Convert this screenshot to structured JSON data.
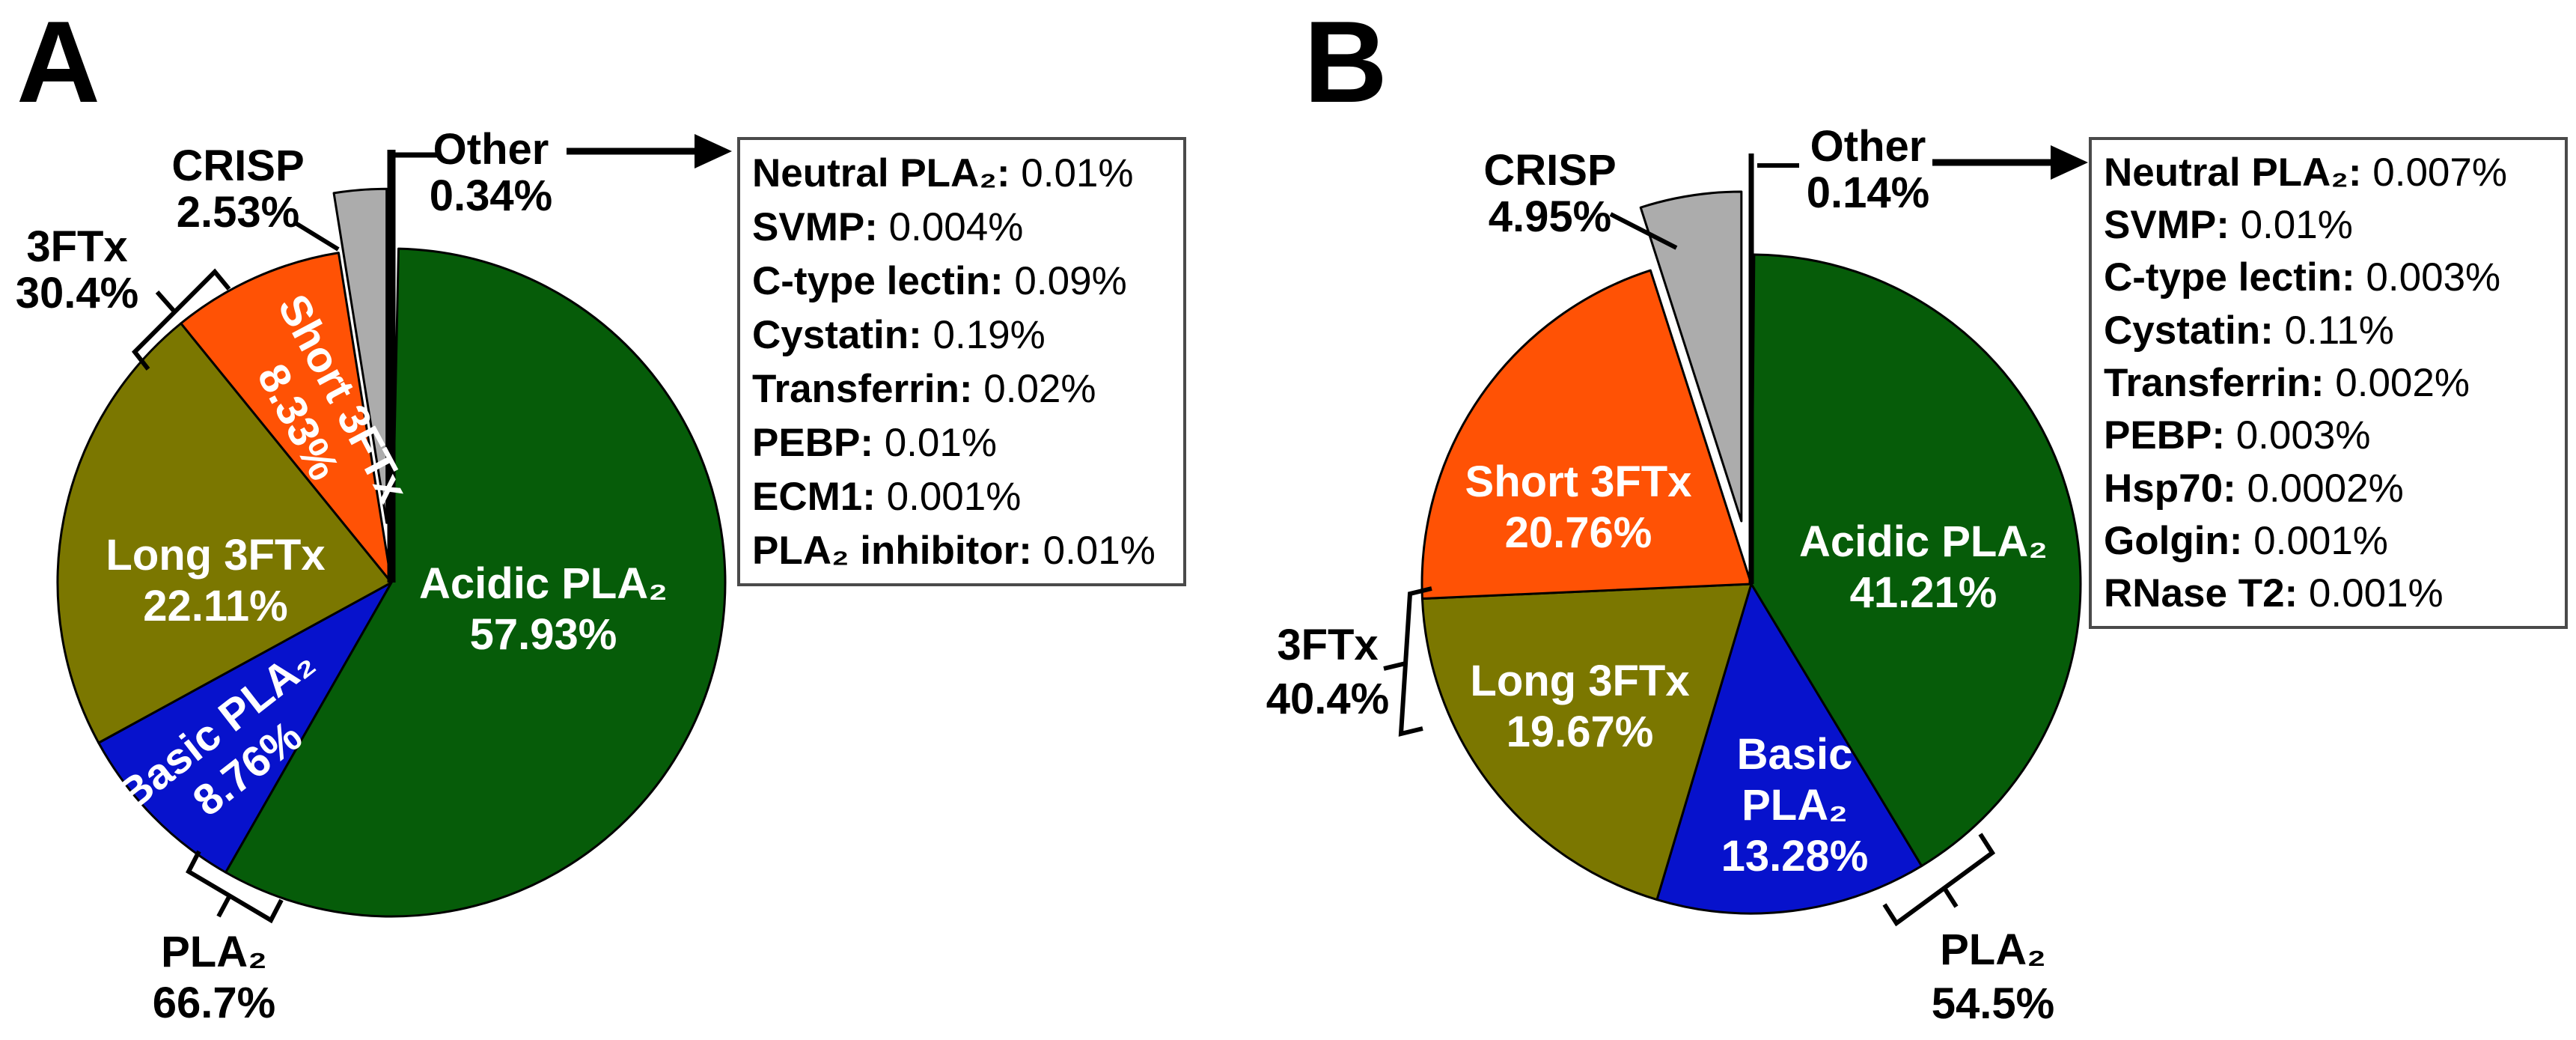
{
  "figure": {
    "panels": [
      {
        "letter": "A",
        "legend_title_none": "",
        "other_breakdown": [
          {
            "label": "Neutral PLA₂",
            "value": "0.01%"
          },
          {
            "label": "SVMP",
            "value": "0.004%"
          },
          {
            "label": "C-type lectin",
            "value": "0.09%"
          },
          {
            "label": "Cystatin",
            "value": "0.19%"
          },
          {
            "label": "Transferrin",
            "value": "0.02%"
          },
          {
            "label": "PEBP",
            "value": "0.01%"
          },
          {
            "label": "ECM1",
            "value": "0.001%"
          },
          {
            "label": "PLA₂ inhibitor",
            "value": "0.01%"
          }
        ]
      },
      {
        "letter": "B",
        "legend_title_none": "",
        "other_breakdown": [
          {
            "label": "Neutral PLA₂",
            "value": "0.007%"
          },
          {
            "label": "SVMP",
            "value": "0.01%"
          },
          {
            "label": "C-type lectin",
            "value": "0.003%"
          },
          {
            "label": "Cystatin",
            "value": "0.11%"
          },
          {
            "label": "Transferrin",
            "value": "0.002%"
          },
          {
            "label": "PEBP",
            "value": "0.003%"
          },
          {
            "label": "Hsp70",
            "value": "0.0002%"
          },
          {
            "label": "Golgin",
            "value": "0.001%"
          },
          {
            "label": "RNase T2",
            "value": "0.001%"
          }
        ]
      }
    ]
  },
  "chart_data": [
    {
      "type": "pie",
      "title": "A",
      "start_angle_deg": 0,
      "direction": "clockwise",
      "slices": [
        {
          "label": "Other",
          "pct": 0.34,
          "pct_label": "0.34%",
          "color": "#000000",
          "render": "line"
        },
        {
          "label": "Acidic PLA₂",
          "pct": 57.93,
          "pct_label": "57.93%",
          "color": "#065C09"
        },
        {
          "label": "Basic PLA₂",
          "pct": 8.76,
          "pct_label": "8.76%",
          "color": "#0712CC"
        },
        {
          "label": "Long 3FTx",
          "pct": 22.11,
          "pct_label": "22.11%",
          "color": "#7B7700"
        },
        {
          "label": "Short 3FTx",
          "pct": 8.33,
          "pct_label": "8.33%",
          "color": "#FF5205"
        },
        {
          "label": "CRISP",
          "pct": 2.53,
          "pct_label": "2.53%",
          "color": "#ACACAC",
          "exploded": true
        }
      ],
      "groups": [
        {
          "label": "3FTx",
          "pct_label": "30.4%"
        },
        {
          "label": "PLA₂",
          "pct_label": "66.7%"
        }
      ]
    },
    {
      "type": "pie",
      "title": "B",
      "start_angle_deg": 0,
      "direction": "clockwise",
      "slices": [
        {
          "label": "Other",
          "pct": 0.14,
          "pct_label": "0.14%",
          "color": "#000000",
          "render": "line"
        },
        {
          "label": "Acidic PLA₂",
          "pct": 41.21,
          "pct_label": "41.21%",
          "color": "#065C09"
        },
        {
          "label": "Basic PLA₂",
          "pct": 13.28,
          "pct_label": "13.28%",
          "color": "#0712CC"
        },
        {
          "label": "Long 3FTx",
          "pct": 19.67,
          "pct_label": "19.67%",
          "color": "#7B7700"
        },
        {
          "label": "Short 3FTx",
          "pct": 20.76,
          "pct_label": "20.76%",
          "color": "#FF5205"
        },
        {
          "label": "CRISP",
          "pct": 4.95,
          "pct_label": "4.95%",
          "color": "#ACACAC",
          "exploded": true
        }
      ],
      "groups": [
        {
          "label": "3FTx",
          "pct_label": "40.4%"
        },
        {
          "label": "PLA₂",
          "pct_label": "54.5%"
        }
      ]
    }
  ]
}
